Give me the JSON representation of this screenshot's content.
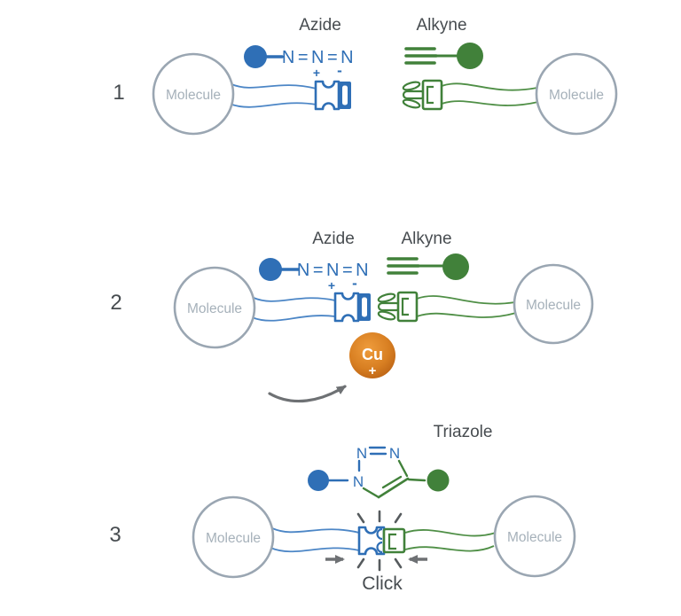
{
  "colors": {
    "blue": "#2f6fb6",
    "strap_blue": "#4c86c6",
    "green": "#41813a",
    "strap_green": "#4f8f46",
    "gray_outline": "#9aa6b2",
    "gray_text": "#a6b1ba",
    "dark_text": "#474c50",
    "arrow": "#6e7174",
    "copper_light": "#ef9c3c",
    "copper_mid": "#d87f22",
    "copper_dark": "#b25a10"
  },
  "panels": [
    {
      "number": "1",
      "azide_title": "Azide",
      "alkyne_title": "Alkyne",
      "azide_formula": "N=N=N",
      "plus": "+",
      "minus": "-",
      "left_molecule": "Molecule",
      "right_molecule": "Molecule"
    },
    {
      "number": "2",
      "azide_title": "Azide",
      "alkyne_title": "Alkyne",
      "azide_formula": "N=N=N",
      "plus": "+",
      "minus": "-",
      "left_molecule": "Molecule",
      "right_molecule": "Molecule",
      "catalyst_element": "Cu",
      "catalyst_charge": "+"
    },
    {
      "number": "3",
      "triazole_title": "Triazole",
      "click_label": "Click",
      "ring_n1": "N",
      "ring_n2": "N",
      "ring_n3": "N",
      "left_molecule": "Molecule",
      "right_molecule": "Molecule"
    }
  ]
}
